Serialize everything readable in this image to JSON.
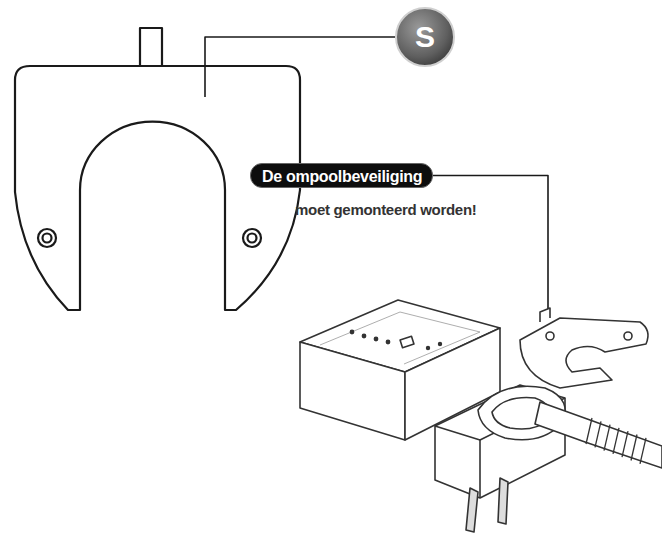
{
  "diagram": {
    "nodes": [
      {
        "text": [
          "S"
        ]
      },
      {
        "text": [
          "De ompoolbeveiliging"
        ]
      }
    ],
    "labels": [
      "moet gemonteerd worden!"
    ]
  }
}
